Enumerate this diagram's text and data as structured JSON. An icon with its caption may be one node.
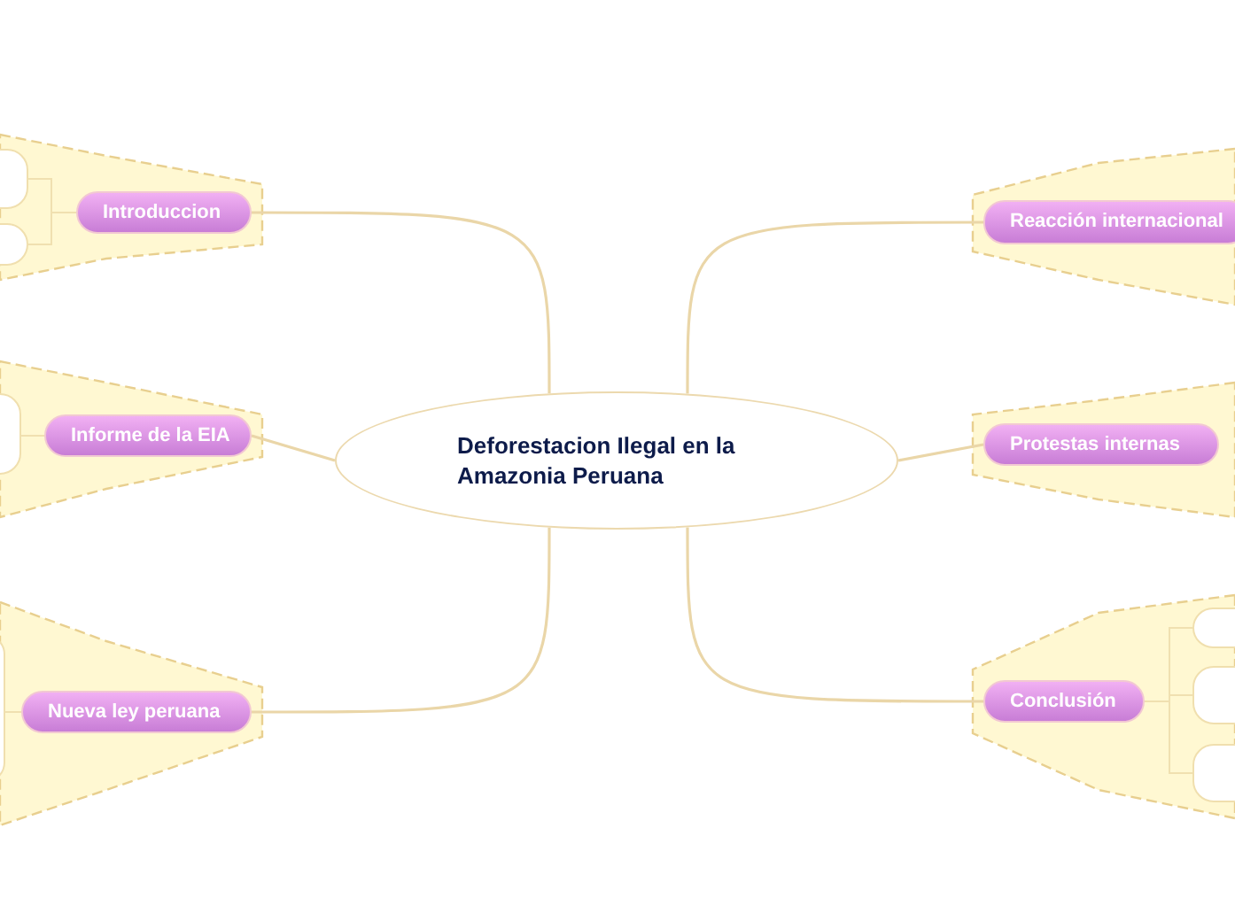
{
  "diagram": {
    "nodes": [
      {
        "text": [
          "Deforestacion Ilegal en la Amazonia Peruana"
        ]
      },
      {
        "text": [
          "Introduccion"
        ]
      },
      {
        "text": [],
        "shape": "box"
      },
      {
        "text": [],
        "shape": "box"
      },
      {
        "text": [
          "Informe de la EIA"
        ]
      },
      {
        "text": [],
        "shape": "box"
      },
      {
        "text": [
          "Nueva ley peruana"
        ]
      },
      {
        "text": [],
        "shape": "box"
      },
      {
        "text": [
          "Reacción internacional"
        ]
      },
      {
        "text": [
          "Protestas internas"
        ]
      },
      {
        "text": [
          "Conclusión"
        ]
      },
      {
        "text": [],
        "shape": "box"
      },
      {
        "text": [],
        "shape": "box"
      },
      {
        "text": [],
        "shape": "box"
      }
    ],
    "edges": [
      {
        "from": 0,
        "to": 1,
        "arrow": "none"
      },
      {
        "from": 1,
        "to": 2,
        "arrow": "none"
      },
      {
        "from": 1,
        "to": 3,
        "arrow": "none"
      },
      {
        "from": 0,
        "to": 4,
        "arrow": "none"
      },
      {
        "from": 4,
        "to": 5,
        "arrow": "none"
      },
      {
        "from": 0,
        "to": 6,
        "arrow": "none"
      },
      {
        "from": 6,
        "to": 7,
        "arrow": "none"
      },
      {
        "from": 0,
        "to": 8,
        "arrow": "none"
      },
      {
        "from": 0,
        "to": 9,
        "arrow": "none"
      },
      {
        "from": 0,
        "to": 10,
        "arrow": "none"
      },
      {
        "from": 10,
        "to": 11,
        "arrow": "none"
      },
      {
        "from": 10,
        "to": 12,
        "arrow": "none"
      },
      {
        "from": 10,
        "to": 13,
        "arrow": "none"
      }
    ]
  }
}
